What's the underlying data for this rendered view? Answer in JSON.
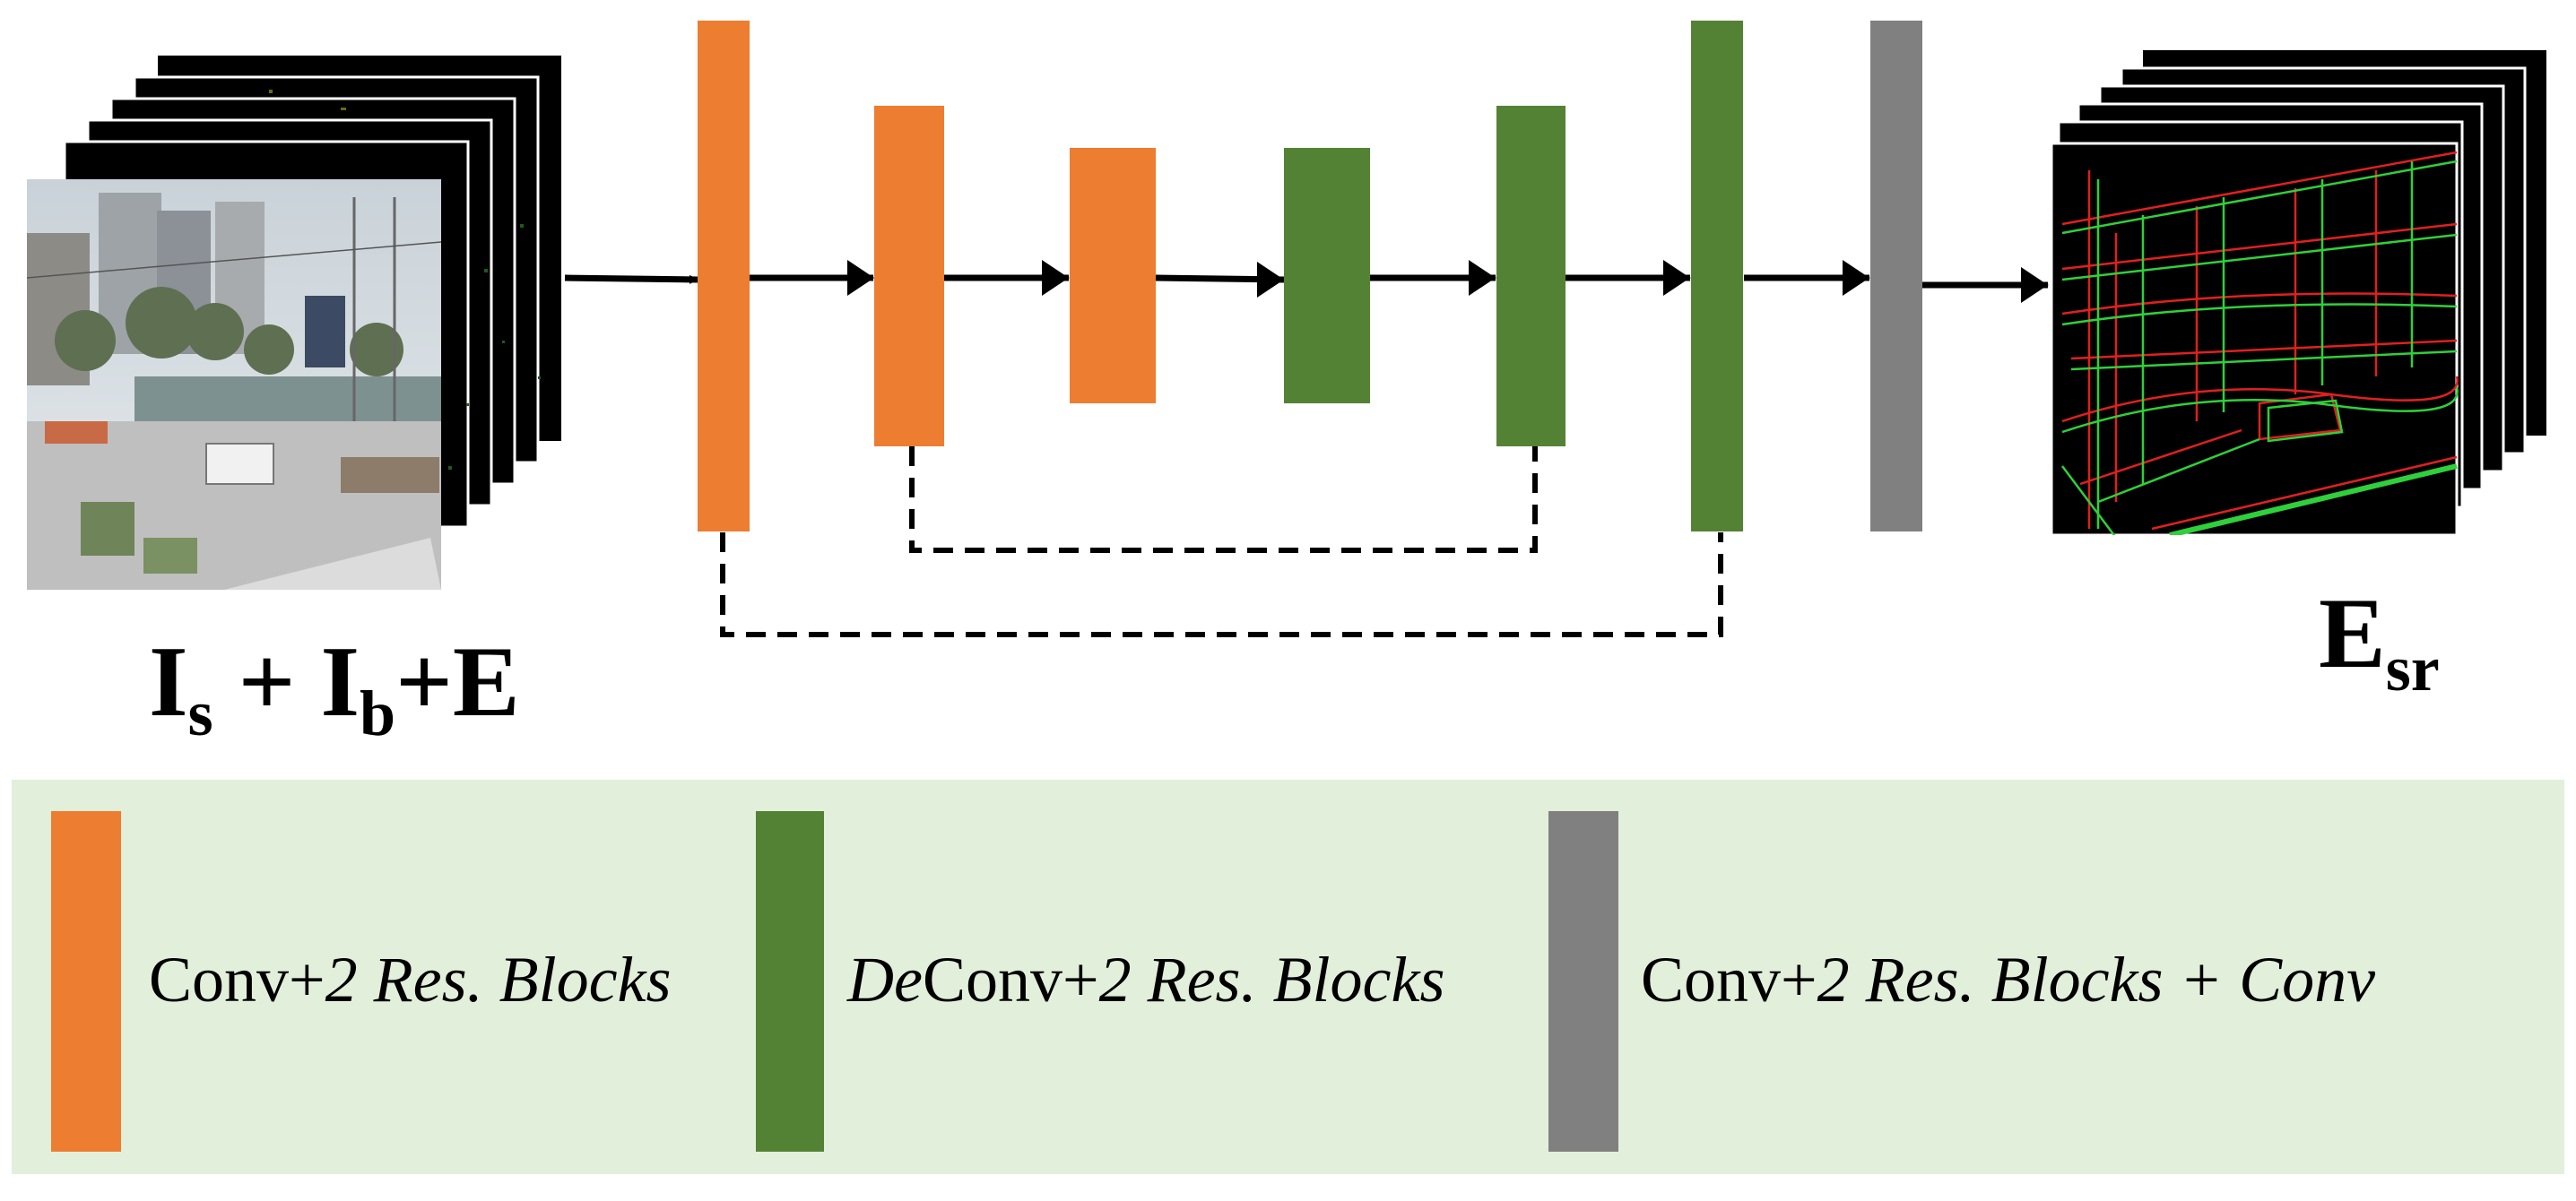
{
  "colors": {
    "encoder": "#ED7D31",
    "decoder": "#548235",
    "output": "#808080",
    "legend_bg": "#E2EFDA",
    "arrow": "#000000",
    "edge_red": "#E0201F",
    "edge_green": "#2FD03A"
  },
  "input": {
    "label": {
      "I": "I",
      "s": "s",
      "plus1": " + ",
      "I2": "I",
      "b": "b",
      "rest": "+E"
    }
  },
  "output": {
    "label": {
      "E": "E",
      "sr": "sr"
    }
  },
  "blocks": [
    {
      "kind": "encoder",
      "level": 1
    },
    {
      "kind": "encoder",
      "level": 2
    },
    {
      "kind": "encoder",
      "level": 3
    },
    {
      "kind": "decoder",
      "level": 3
    },
    {
      "kind": "decoder",
      "level": 2
    },
    {
      "kind": "decoder",
      "level": 1
    },
    {
      "kind": "output",
      "level": 1
    }
  ],
  "legend": {
    "encoder": {
      "plain": "Conv+",
      "italic": "2 Res. Blocks"
    },
    "decoder": {
      "italic1": "De",
      "plain": "Conv+",
      "italic2": "2 Res. Blocks"
    },
    "output": {
      "plain": "Conv+",
      "italic": "2 Res. Blocks + Conv"
    }
  }
}
